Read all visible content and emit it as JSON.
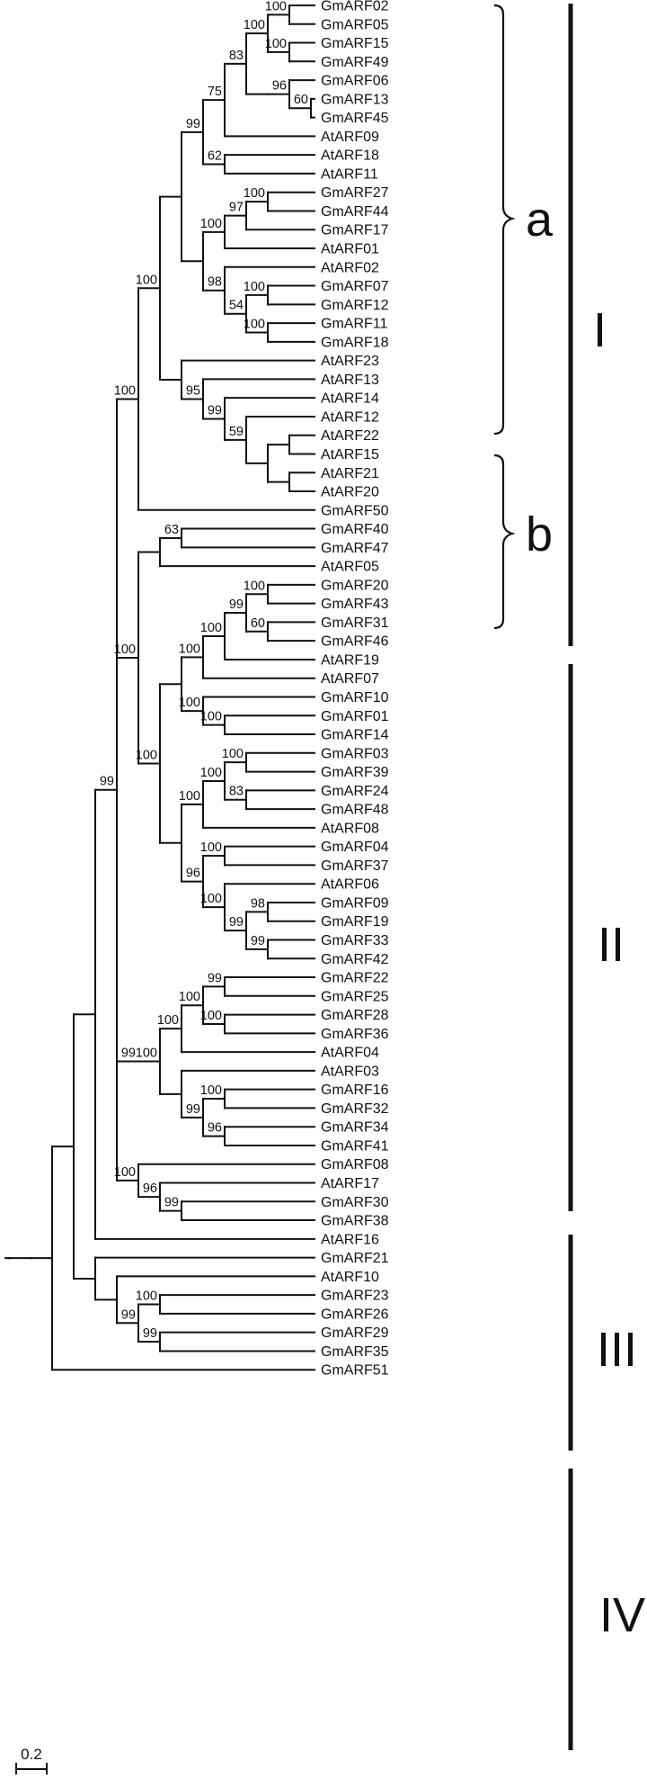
{
  "tree": {
    "leaves": [
      "GmARF02",
      "GmARF05",
      "GmARF15",
      "GmARF49",
      "GmARF06",
      "GmARF13",
      "GmARF45",
      "AtARF09",
      "AtARF18",
      "AtARF11",
      "GmARF27",
      "GmARF44",
      "GmARF17",
      "AtARF01",
      "AtARF02",
      "GmARF07",
      "GmARF12",
      "GmARF11",
      "GmARF18",
      "AtARF23",
      "AtARF13",
      "AtARF14",
      "AtARF12",
      "AtARF22",
      "AtARF15",
      "AtARF21",
      "AtARF20",
      "GmARF50",
      "GmARF40",
      "GmARF47",
      "AtARF05",
      "GmARF20",
      "GmARF43",
      "GmARF31",
      "GmARF46",
      "AtARF19",
      "AtARF07",
      "GmARF10",
      "GmARF01",
      "GmARF14",
      "GmARF03",
      "GmARF39",
      "GmARF24",
      "GmARF48",
      "AtARF08",
      "GmARF04",
      "GmARF37",
      "AtARF06",
      "GmARF09",
      "GmARF19",
      "GmARF33",
      "GmARF42",
      "GmARF22",
      "GmARF25",
      "GmARF28",
      "GmARF36",
      "AtARF04",
      "AtARF03",
      "GmARF16",
      "GmARF32",
      "GmARF34",
      "GmARF41",
      "GmARF08",
      "AtARF17",
      "GmARF30",
      "GmARF38",
      "AtARF16",
      "GmARF21",
      "AtARF10",
      "GmARF23",
      "GmARF26",
      "GmARF29",
      "GmARF35",
      "GmARF51"
    ],
    "newick": "((((((((((((((GmARF02,GmARF05)100,(GmARF15,GmARF49)100)60,((GmARF06,(GmARF13,GmARF45)100)100))96,AtARF09)83,(AtARF18,AtARF11)75)62,((((GmARF27,GmARF44)99,GmARF17)100,AtARF01)97,(AtARF02,((GmARF07,GmARF12)100,(GmARF11,GmARF18)100)100)100)),(AtARF23,(AtARF13,(AtARF14,(AtARF12,((AtARF22,AtARF15),(AtARF21,AtARF20)))99)59)98))54,GmARF50)95,(((GmARF40,GmARF47)100,AtARF05),((((((GmARF20,GmARF43)100,(GmARF31,GmARF46)100)60,AtARF19)100,AtARF07)100,(GmARF10,(GmARF01,GmARF14)100)99),((((GmARF03,GmARF39)100,(GmARF24,GmARF48)100)100,AtARF08)100,((GmARF04,GmARF37)100,(AtARF06,((GmARF09,GmARF19)99,(GmARF33,GmARF42)99)98)100)83))100)63,(((((GmARF22,GmARF25)96,(GmARF28,GmARF36)100)100,AtARF04)100,(AtARF03,((GmARF16,GmARF32)100,(GmARF34,GmARF41)100)100))99)100,(GmARF08,(AtARF17,(GmARF30,GmARF38)100)96)100)99,AtARF16),(GmARF21,(AtARF10,((GmARF23,GmARF26)100,(GmARF29,GmARF35)99)99))),GmARF51)"
  },
  "support_values": [
    "100",
    "100",
    "100",
    "60",
    "96",
    "83",
    "75",
    "62",
    "99",
    "100",
    "97",
    "100",
    "100",
    "100",
    "54",
    "98",
    "59",
    "99",
    "95",
    "100",
    "100",
    "63",
    "100",
    "60",
    "99",
    "100",
    "100",
    "100",
    "100",
    "100",
    "83",
    "100",
    "100",
    "100",
    "98",
    "99",
    "99",
    "100",
    "96",
    "100",
    "100",
    "99",
    "100",
    "100",
    "100",
    "100",
    "96",
    "99",
    "100",
    "99",
    "99"
  ],
  "groups": {
    "major": [
      "I",
      "II",
      "III",
      "IV"
    ],
    "subgroups": [
      "a",
      "b"
    ]
  },
  "scale_bar": {
    "label": "0.2"
  }
}
